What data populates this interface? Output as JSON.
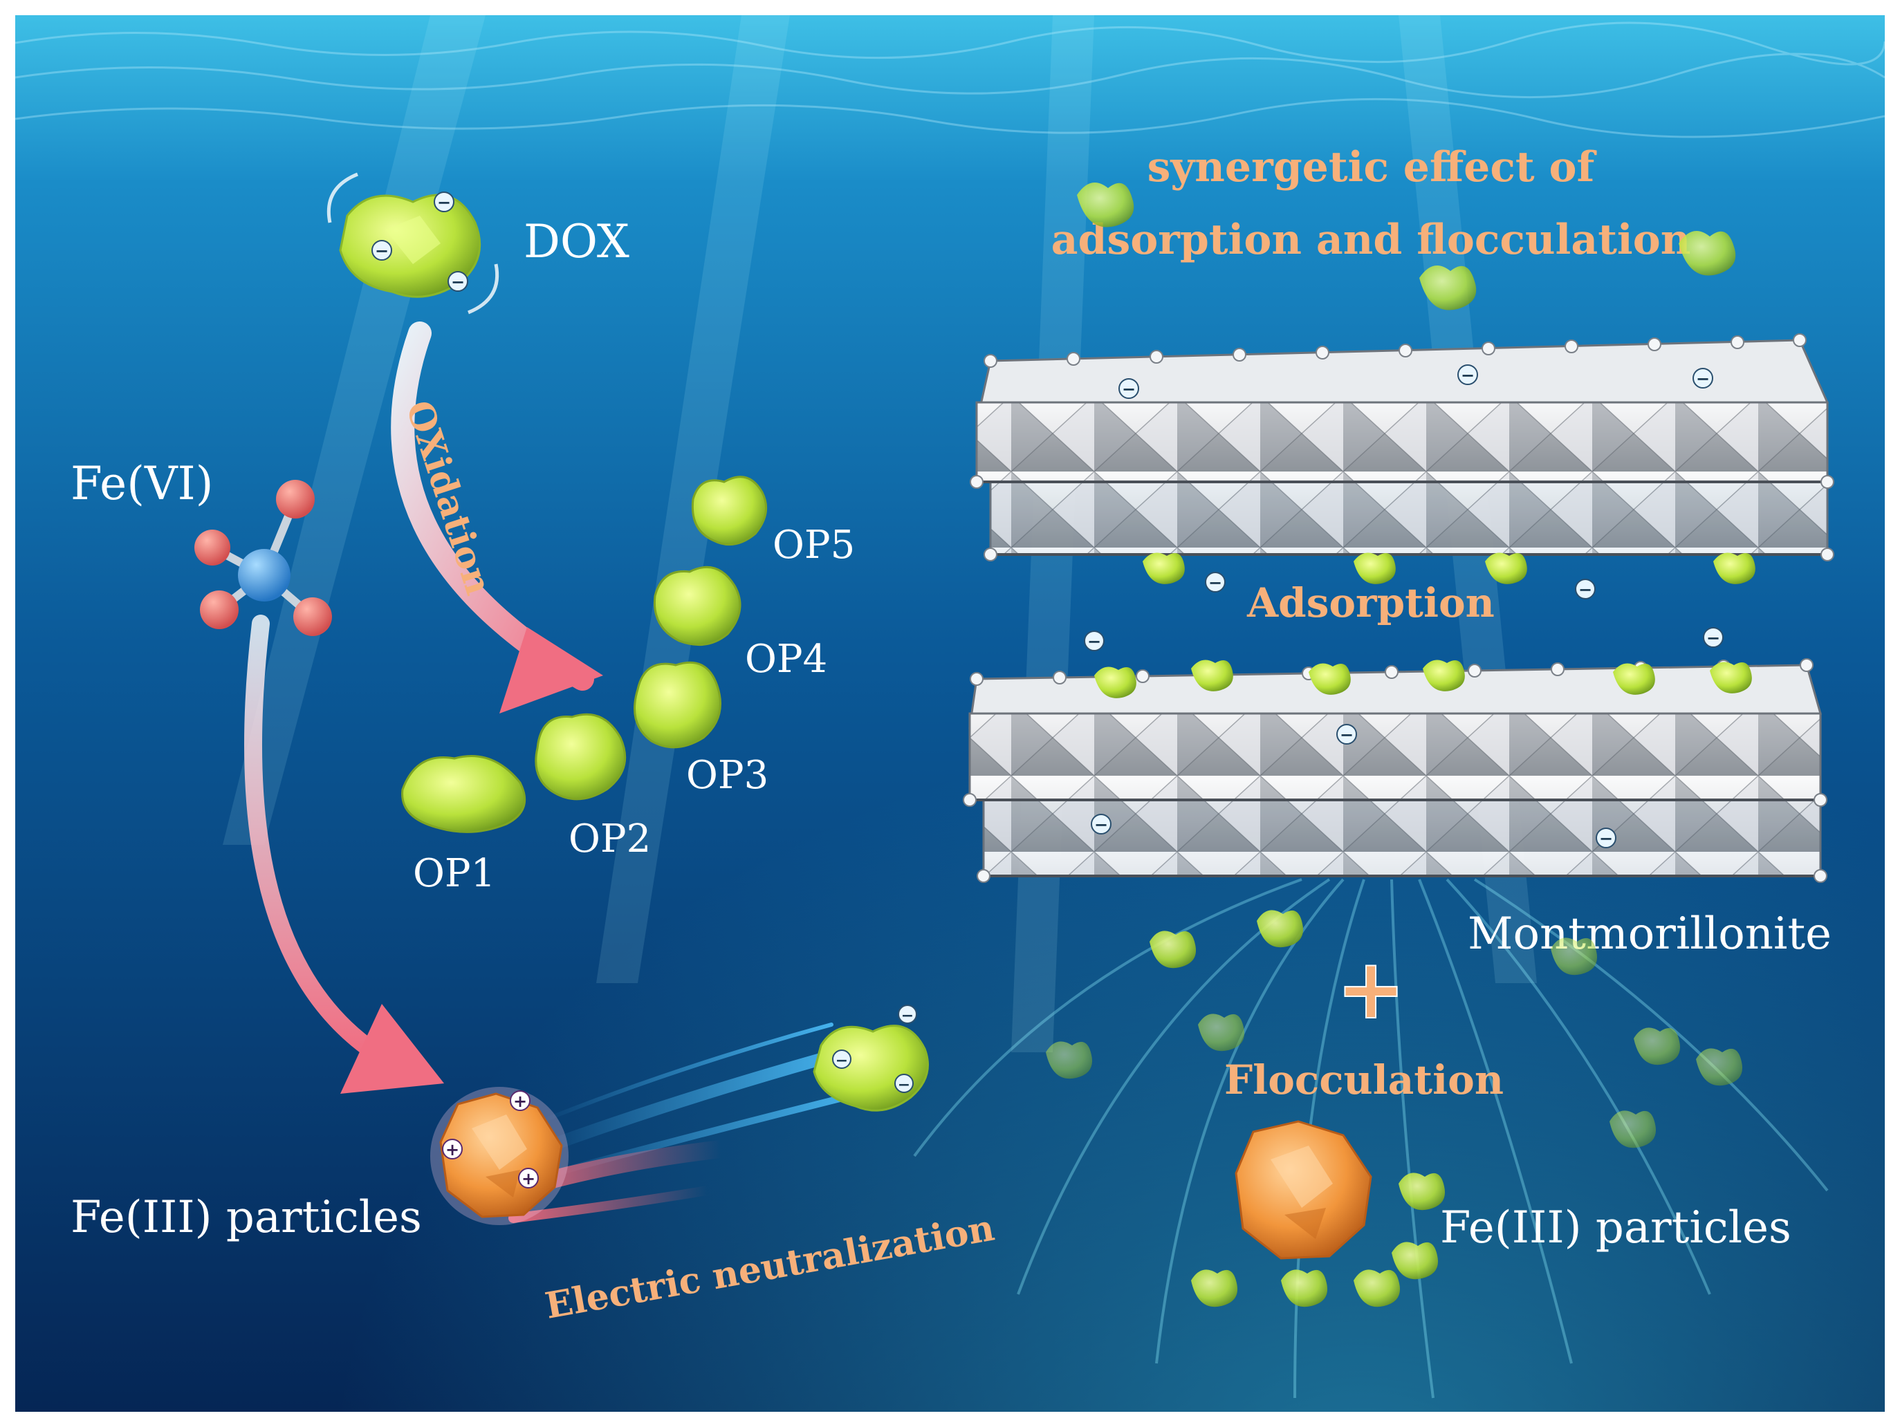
{
  "labels": {
    "dox": "DOX",
    "oxidation": "OXidation",
    "fe_vi": "Fe(VI)",
    "op1": "OP1",
    "op2": "OP2",
    "op3": "OP3",
    "op4": "OP4",
    "op5": "OP5",
    "fe_iii_left": "Fe(III) particles",
    "electric_neutralization": "Electric neutralization",
    "synergetic_line1": "synergetic effect of",
    "synergetic_line2": "adsorption and flocculation",
    "adsorption": "Adsorption",
    "montmorillonite": "Montmorillonite",
    "plus": "+",
    "flocculation": "Flocculation",
    "fe_iii_right": "Fe(III) particles"
  },
  "charges": {
    "negative": "−",
    "positive": "+"
  },
  "colors": {
    "water_top": "#39b6e0",
    "water_mid": "#0d64a3",
    "water_bottom": "#062a5c",
    "arrow_pink": "#f06e82",
    "molecule_green": "#c8f04a",
    "particle_orange": "#f0943c",
    "label_orange": "#f7b07a",
    "clay_grey": "#cfd3d8",
    "fe_blue": "#3a8fd6",
    "oxygen_red": "#e86a6a"
  }
}
